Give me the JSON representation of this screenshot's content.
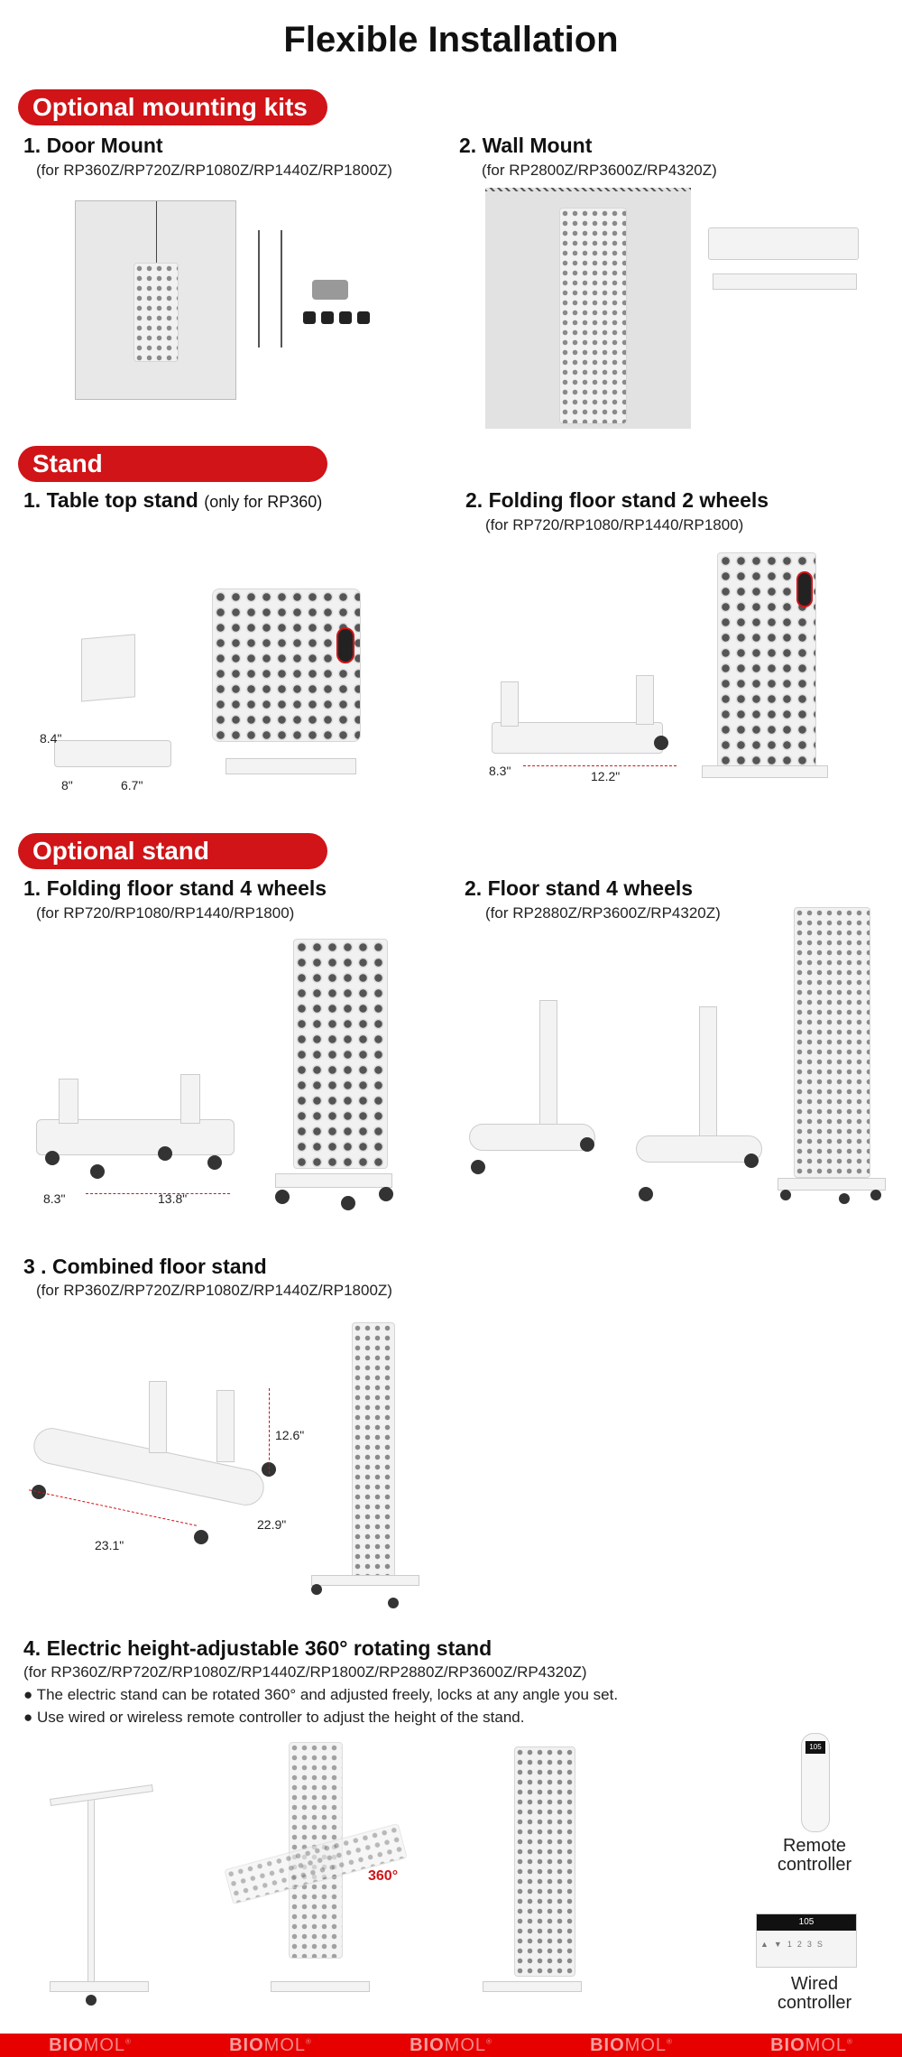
{
  "title": "Flexible Installation",
  "sections": {
    "mounting": {
      "label": "Optional mounting kits",
      "items": [
        {
          "title": "1. Door Mount",
          "models": "(for RP360Z/RP720Z/RP1080Z/RP1440Z/RP1800Z)"
        },
        {
          "title": "2. Wall Mount",
          "models": "(for RP2800Z/RP3600Z/RP4320Z)"
        }
      ]
    },
    "stand": {
      "label": "Stand",
      "items": [
        {
          "title": "1. Table top stand",
          "note": "(only for RP360)",
          "dims": [
            "8.4\"",
            "8\"",
            "6.7\""
          ]
        },
        {
          "title": "2. Folding floor stand 2 wheels",
          "models": "(for RP720/RP1080/RP1440/RP1800)",
          "dims": [
            "8.3\"",
            "12.2\""
          ]
        }
      ]
    },
    "optional": {
      "label": "Optional stand",
      "items": [
        {
          "title": "1. Folding floor stand 4 wheels",
          "models": "(for RP720/RP1080/RP1440/RP1800)",
          "dims": [
            "8.3\"",
            "13.8\""
          ]
        },
        {
          "title": "2. Floor stand 4 wheels",
          "models": "(for RP2880Z/RP3600Z/RP4320Z)"
        },
        {
          "title": "3 . Combined floor stand",
          "models": "(for RP360Z/RP720Z/RP1080Z/RP1440Z/RP1800Z)",
          "dims": [
            "12.6\"",
            "23.1\"",
            "22.9\""
          ]
        },
        {
          "title": "4. Electric height-adjustable 360° rotating stand",
          "models": "(for RP360Z/RP720Z/RP1080Z/RP1440Z/RP1800Z/RP2880Z/RP3600Z/RP4320Z)",
          "bullets": [
            "● The electric stand can be rotated 360° and adjusted freely, locks at any angle you set.",
            "● Use wired or wireless remote controller to adjust the height of the stand."
          ],
          "rotation": "360°",
          "remote_label": "Remote controller",
          "remote_display": "105",
          "wired_label": "Wired controller",
          "wired_display": "105",
          "wired_keys": [
            "▲",
            "▼",
            "1",
            "2",
            "3",
            "S"
          ]
        }
      ]
    }
  },
  "footer": {
    "brand": "BIOMOL",
    "brand_bold": "BIO",
    "brand_rest": "MOL",
    "mark": "®"
  },
  "colors": {
    "accent": "#d01417",
    "footer": "#e60000"
  }
}
